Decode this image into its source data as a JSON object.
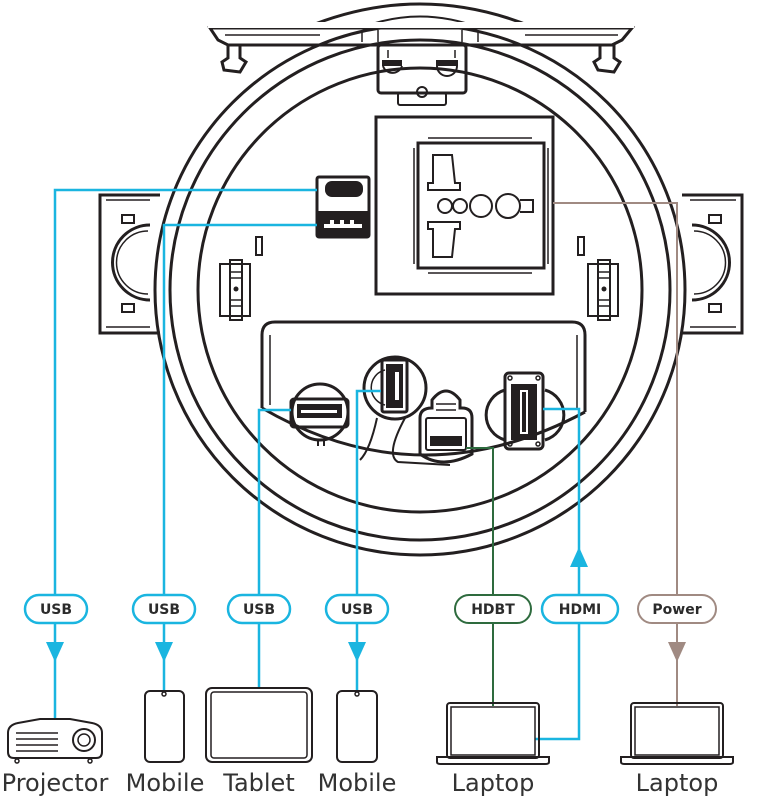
{
  "diagram": {
    "title": "Floor box connection diagram",
    "colors": {
      "usb": "#1ab5e0",
      "hdmi": "#1ab5e0",
      "hdbt": "#2e6b3e",
      "power": "#a08a82",
      "outline": "#231f20"
    },
    "panel_ports": [
      {
        "id": "usb-c",
        "label": "USB-C port"
      },
      {
        "id": "usb-a-top",
        "label": "USB-A port"
      },
      {
        "id": "ac-outlet",
        "label": "Universal power outlet"
      },
      {
        "id": "usb-a-left",
        "label": "USB-A port"
      },
      {
        "id": "usb-a-vertical",
        "label": "USB-A port"
      },
      {
        "id": "rj45",
        "label": "HDBaseT RJ-45 port"
      },
      {
        "id": "hdmi",
        "label": "HDMI port"
      }
    ],
    "connections": [
      {
        "label": "USB",
        "type": "usb",
        "direction": "down",
        "device": "Projector"
      },
      {
        "label": "USB",
        "type": "usb",
        "direction": "down",
        "device": "Mobile"
      },
      {
        "label": "USB",
        "type": "usb",
        "direction": "none",
        "device": "Tablet"
      },
      {
        "label": "USB",
        "type": "usb",
        "direction": "down",
        "device": "Mobile"
      },
      {
        "label": "HDBT",
        "type": "hdbt",
        "direction": "none",
        "device": "Laptop"
      },
      {
        "label": "HDMI",
        "type": "hdmi",
        "direction": "up",
        "device": "Laptop"
      },
      {
        "label": "Power",
        "type": "power",
        "direction": "down",
        "device": "Laptop"
      }
    ],
    "devices": [
      {
        "name": "Projector",
        "icon": "projector-icon"
      },
      {
        "name": "Mobile",
        "icon": "mobile-phone-icon"
      },
      {
        "name": "Tablet",
        "icon": "tablet-icon"
      },
      {
        "name": "Mobile",
        "icon": "mobile-phone-icon"
      },
      {
        "name": "Laptop",
        "icon": "laptop-icon"
      },
      {
        "name": "Laptop",
        "icon": "laptop-icon"
      }
    ]
  }
}
